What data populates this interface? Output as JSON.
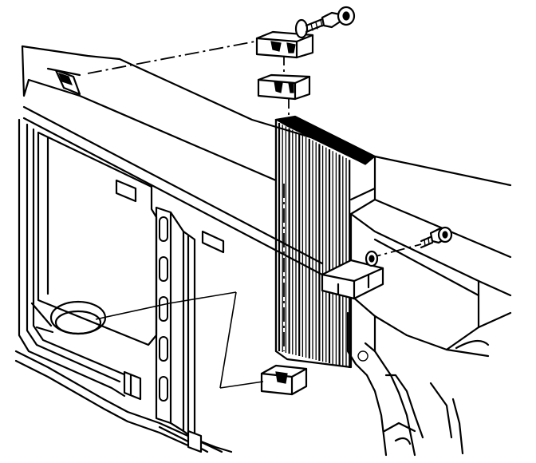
{
  "figure": {
    "kind": "exploded-assembly-line-drawing",
    "components": [
      "radiator-support",
      "upper-insulator-top",
      "upper-insulator-lower",
      "lower-insulator",
      "radiator-core",
      "upper-bolt",
      "side-bolt",
      "retaining-bracket"
    ],
    "ink_color": "#000000",
    "paper_color": "#ffffff"
  }
}
